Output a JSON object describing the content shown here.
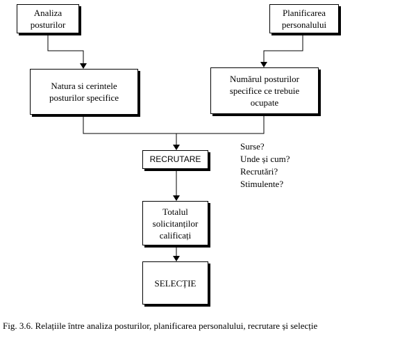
{
  "diagram": {
    "boxes": {
      "analiza": "Analiza\nposturilor",
      "planificarea": "Planificarea\npersonalului",
      "natura": "Natura si cerintele\nposturilor specifice",
      "numarul": "Numărul posturilor\nspecifice ce trebuie\nocupate",
      "recrutare": "RECRUTARE",
      "totalul": "Totalul\nsolicitanților\ncalificați",
      "selectie": "SELECȚIE"
    },
    "notes": [
      "Surse?",
      "Unde și cum?",
      "Recrutări?",
      "Stimulente?"
    ],
    "caption": "Fig. 3.6. Relațiile între analiza posturilor, planificarea personalului, recrutare și selecție"
  }
}
